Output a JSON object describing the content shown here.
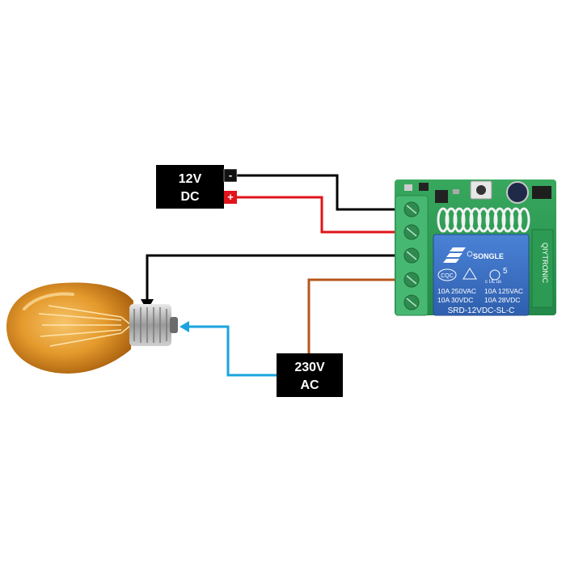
{
  "dc_source": {
    "line1": "12V",
    "line2": "DC",
    "neg_symbol": "-",
    "pos_symbol": "+"
  },
  "ac_source": {
    "line1": "230V",
    "line2": "AC"
  },
  "relay": {
    "brand": "SONGLE",
    "model": "SRD-12VDC-SL-C",
    "rating_left": [
      "10A 250VAC",
      "10A 30VDC"
    ],
    "rating_right": [
      "10A 125VAC",
      "10A 28VDC"
    ],
    "cert_mark": "CQC",
    "ul_mark": "c UL us",
    "ul_number": "5",
    "side_text": "QIYTRONIC"
  },
  "colors": {
    "wire_negative": "#000000",
    "wire_positive": "#e0141a",
    "wire_load": "#000000",
    "wire_live": "#b5561c",
    "wire_neutral": "#1aa3e0",
    "terminal_green": "#3fae6a",
    "relay_blue": "#3d72c4",
    "pcb_green": "#2f9e55"
  },
  "icons": [
    "dc-source-box",
    "ac-source-box",
    "relay-module",
    "light-bulb",
    "arrow-head"
  ]
}
